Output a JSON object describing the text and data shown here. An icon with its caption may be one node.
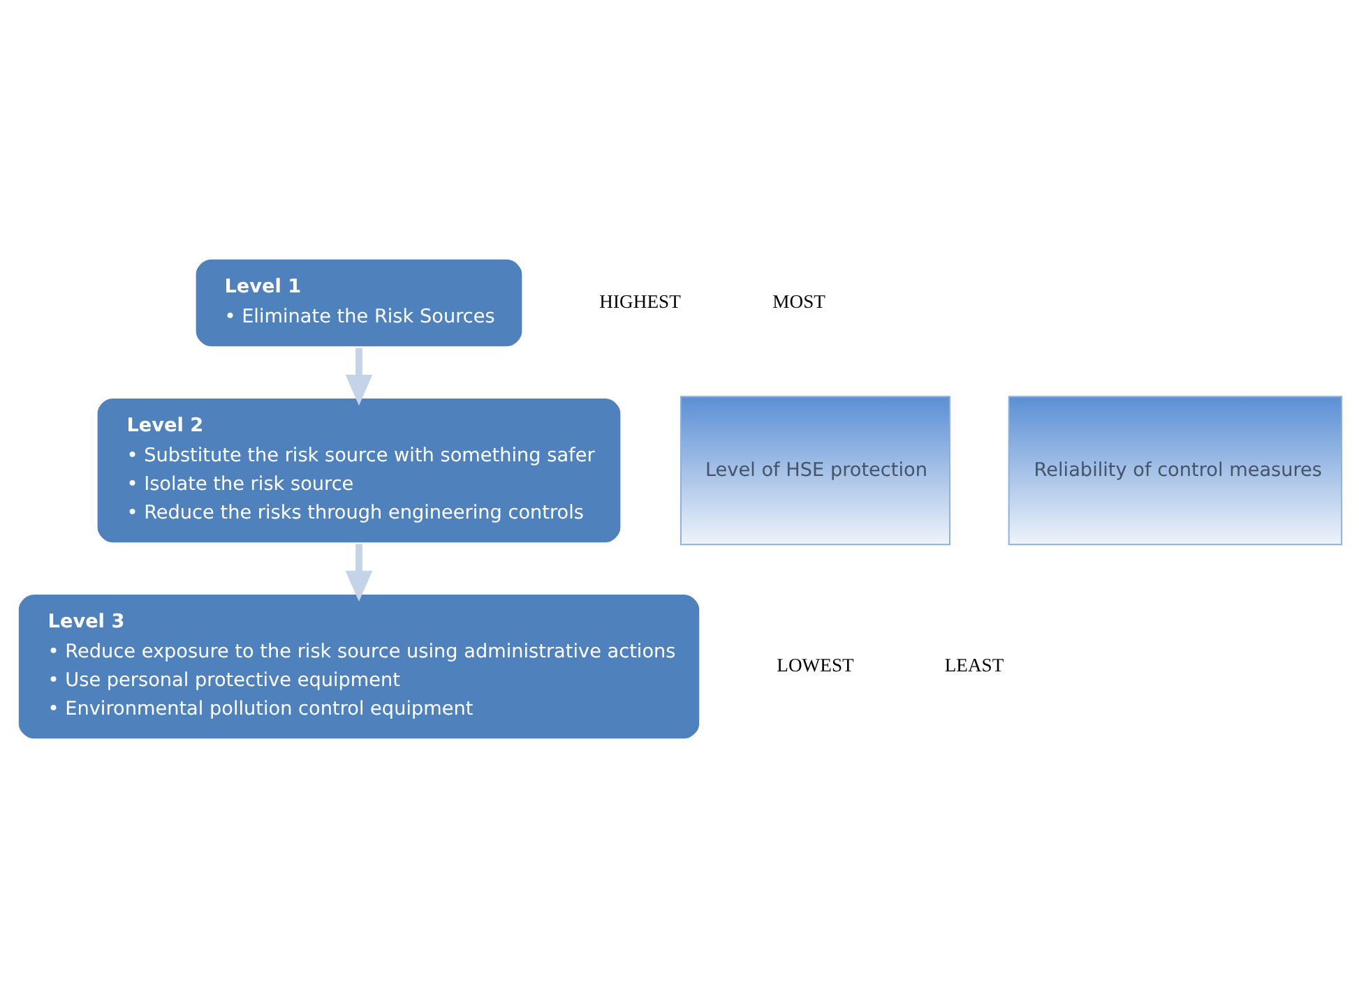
{
  "diagram": {
    "nodes": [
      {
        "text": [
          "Level 1",
          "• Eliminate the Risk Sources"
        ]
      },
      {
        "text": [
          "Level 2",
          "• Substitute the risk source with something safer",
          "• Isolate the risk source",
          "• Reduce the risks through engineering controls"
        ]
      },
      {
        "text": [
          "Level 3",
          "• Reduce exposure to the risk source using administrative actions",
          "• Use personal protective equipment",
          "• Environmental pollution control equipment"
        ]
      },
      {
        "text": [
          "Level of HSE protection"
        ]
      },
      {
        "text": [
          "Reliability of control measures"
        ]
      }
    ],
    "edges": [
      {
        "from": 0,
        "to": 1,
        "arrow": "to"
      },
      {
        "from": 1,
        "to": 2,
        "arrow": "to"
      }
    ],
    "labels": [
      "HIGHEST",
      "MOST",
      "LOWEST",
      "LEAST"
    ]
  }
}
